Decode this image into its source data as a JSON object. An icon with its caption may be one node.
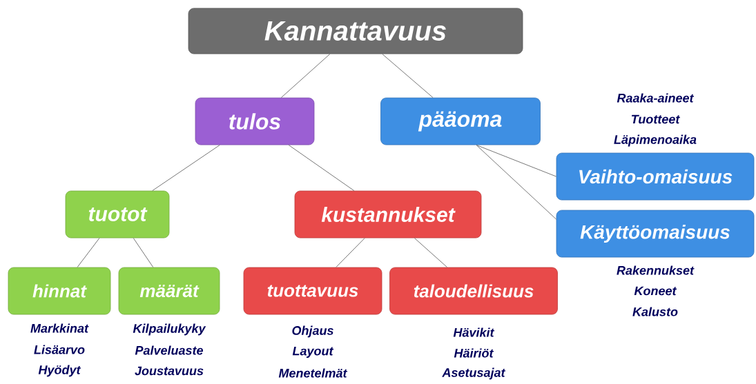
{
  "diagram": {
    "nodes": [
      {
        "text": [
          "Kannattavuus"
        ]
      },
      {
        "text": [
          "tulos"
        ]
      },
      {
        "text": [
          "pääoma"
        ]
      },
      {
        "text": [
          "Vaihto-omaisuus"
        ],
        "beside": [
          "Raaka-aineet",
          "Tuotteet",
          "Läpimenoaika"
        ]
      },
      {
        "text": [
          "Käyttöomaisuus"
        ],
        "beside": [
          "Rakennukset",
          "Koneet",
          "Kalusto"
        ]
      },
      {
        "text": [
          "tuotot"
        ]
      },
      {
        "text": [
          "kustannukset"
        ]
      },
      {
        "text": [
          "hinnat"
        ],
        "beside": [
          "Markkinat",
          "Lisäarvo",
          "Hyödyt"
        ]
      },
      {
        "text": [
          "määrät"
        ],
        "beside": [
          "Kilpailukyky",
          "Palveluaste",
          "Joustavuus"
        ]
      },
      {
        "text": [
          "tuottavuus"
        ],
        "beside": [
          "Ohjaus",
          "Layout",
          "Menetelmät"
        ]
      },
      {
        "text": [
          "taloudellisuus"
        ],
        "beside": [
          "Hävikit",
          "Häiriöt",
          "Asetusajat"
        ]
      }
    ],
    "edges": [
      {
        "from": 0,
        "to": 1,
        "arrow": "none"
      },
      {
        "from": 0,
        "to": 2,
        "arrow": "none"
      },
      {
        "from": 1,
        "to": 5,
        "arrow": "none"
      },
      {
        "from": 1,
        "to": 6,
        "arrow": "none"
      },
      {
        "from": 2,
        "to": 3,
        "arrow": "none"
      },
      {
        "from": 2,
        "to": 4,
        "arrow": "none"
      },
      {
        "from": 5,
        "to": 7,
        "arrow": "none"
      },
      {
        "from": 5,
        "to": 8,
        "arrow": "none"
      },
      {
        "from": 6,
        "to": 9,
        "arrow": "none"
      },
      {
        "from": 6,
        "to": 10,
        "arrow": "none"
      }
    ]
  }
}
